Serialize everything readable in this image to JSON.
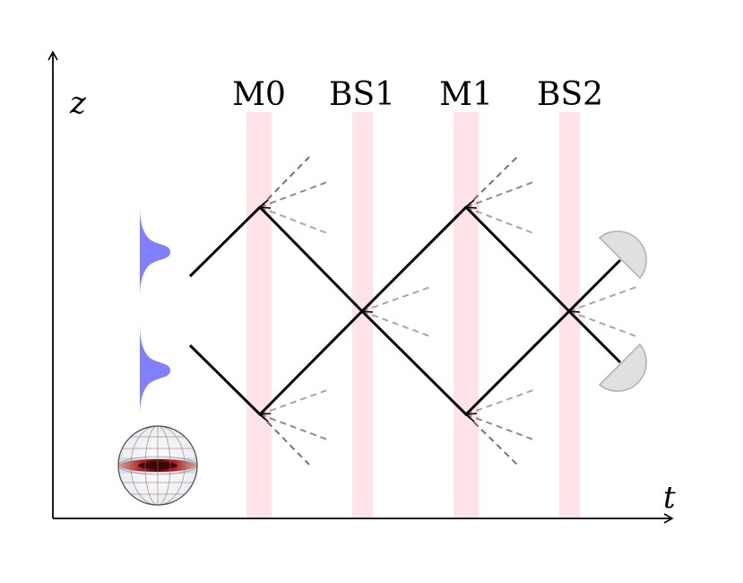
{
  "axes": {
    "horizontal_label": "t",
    "vertical_label": "z"
  },
  "optical_elements": [
    {
      "label": "M0",
      "kind": "mirror"
    },
    {
      "label": "BS1",
      "kind": "beam-splitter"
    },
    {
      "label": "M1",
      "kind": "mirror"
    },
    {
      "label": "BS2",
      "kind": "beam-splitter"
    }
  ],
  "colors": {
    "pulse_band": "#ffe3e8",
    "wavepacket": "#8080ff",
    "beam_path": "#000000",
    "detector": "#e0e0e0"
  }
}
